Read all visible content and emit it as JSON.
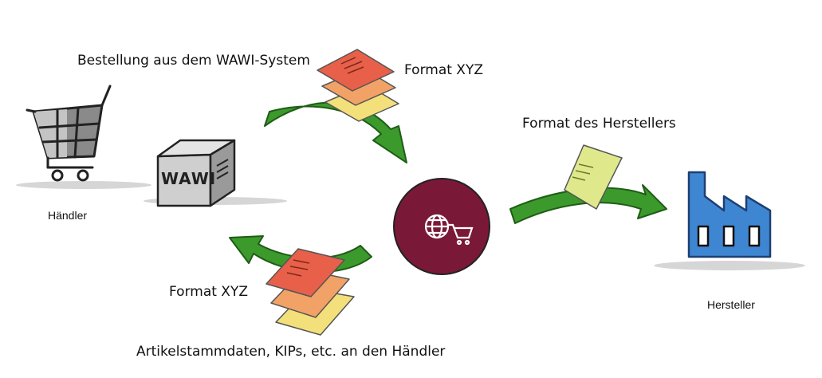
{
  "labels": {
    "order_from_wawi": "Bestellung aus dem WAWI-System",
    "format_xyz_top": "Format XYZ",
    "format_manufacturer": "Format des Herstellers",
    "format_xyz_bottom": "Format XYZ",
    "master_data": "Artikelstammdaten, KIPs, etc. an den Händler",
    "retailer": "Händler",
    "manufacturer": "Hersteller",
    "wawi_box": "WAWI"
  },
  "colors": {
    "arrow_green": "#3c9a2c",
    "doc_red": "#e8604a",
    "doc_orange": "#f2a266",
    "doc_yellow": "#f3e07a",
    "doc_lime": "#dfe98c",
    "hub_maroon": "#7a1838",
    "factory_blue": "#3f86d2"
  },
  "icons": {
    "cart": "shopping-cart-icon",
    "server": "server-box-icon",
    "hub": "globe-cart-icon",
    "factory": "factory-icon"
  }
}
